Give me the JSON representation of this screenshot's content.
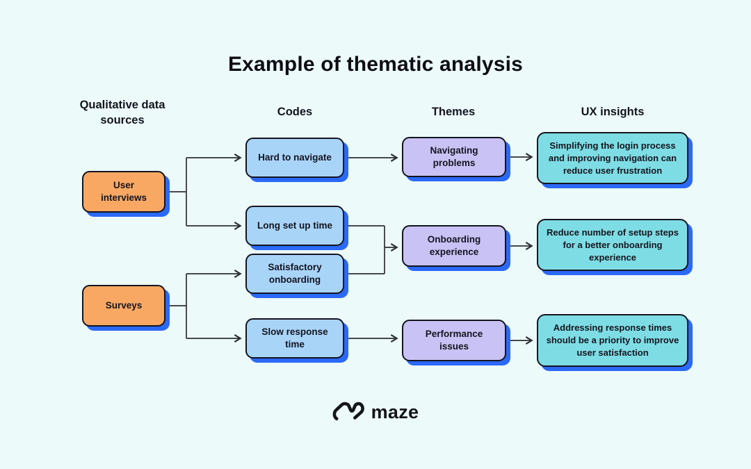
{
  "title": "Example of thematic analysis",
  "columns": [
    {
      "id": "sources",
      "header": "Qualitative data sources"
    },
    {
      "id": "codes",
      "header": "Codes"
    },
    {
      "id": "themes",
      "header": "Themes"
    },
    {
      "id": "insights",
      "header": "UX insights"
    }
  ],
  "nodes": {
    "sources": [
      {
        "label": "User interviews"
      },
      {
        "label": "Surveys"
      }
    ],
    "codes": [
      {
        "label": "Hard to navigate"
      },
      {
        "label": "Long set up time"
      },
      {
        "label": "Satisfactory onboarding"
      },
      {
        "label": "Slow response time"
      }
    ],
    "themes": [
      {
        "label": "Navigating problems"
      },
      {
        "label": "Onboarding experience"
      },
      {
        "label": "Performance issues"
      }
    ],
    "insights": [
      {
        "label": "Simplifying the login process and improving navigation can reduce user frustration"
      },
      {
        "label": "Reduce number of setup steps for a better onboarding experience"
      },
      {
        "label": "Addressing response times should be a priority to improve user satisfaction"
      }
    ]
  },
  "edges": [
    {
      "from": "User interviews",
      "to": "Hard to navigate"
    },
    {
      "from": "User interviews",
      "to": "Long set up time"
    },
    {
      "from": "Surveys",
      "to": "Satisfactory onboarding"
    },
    {
      "from": "Surveys",
      "to": "Slow response time"
    },
    {
      "from": "Hard to navigate",
      "to": "Navigating problems"
    },
    {
      "from": "Long set up time",
      "to": "Onboarding experience"
    },
    {
      "from": "Satisfactory onboarding",
      "to": "Onboarding experience"
    },
    {
      "from": "Slow response time",
      "to": "Performance issues"
    },
    {
      "from": "Navigating problems",
      "to": "Simplifying the login process and improving navigation can reduce user frustration"
    },
    {
      "from": "Onboarding experience",
      "to": "Reduce number of setup steps for a better onboarding experience"
    },
    {
      "from": "Performance issues",
      "to": "Addressing response times should be a priority to improve user satisfaction"
    }
  ],
  "footer": {
    "logo_text": "maze"
  },
  "colors": {
    "background": "#ecfafa",
    "source_fill": "#f9a863",
    "code_fill": "#a8d4f8",
    "theme_fill": "#c9c2f4",
    "insight_fill": "#7edde4",
    "node_border": "#14141f",
    "node_shadow": "#2b69f6",
    "connector": "#2e2e33",
    "text": "#14141d"
  }
}
